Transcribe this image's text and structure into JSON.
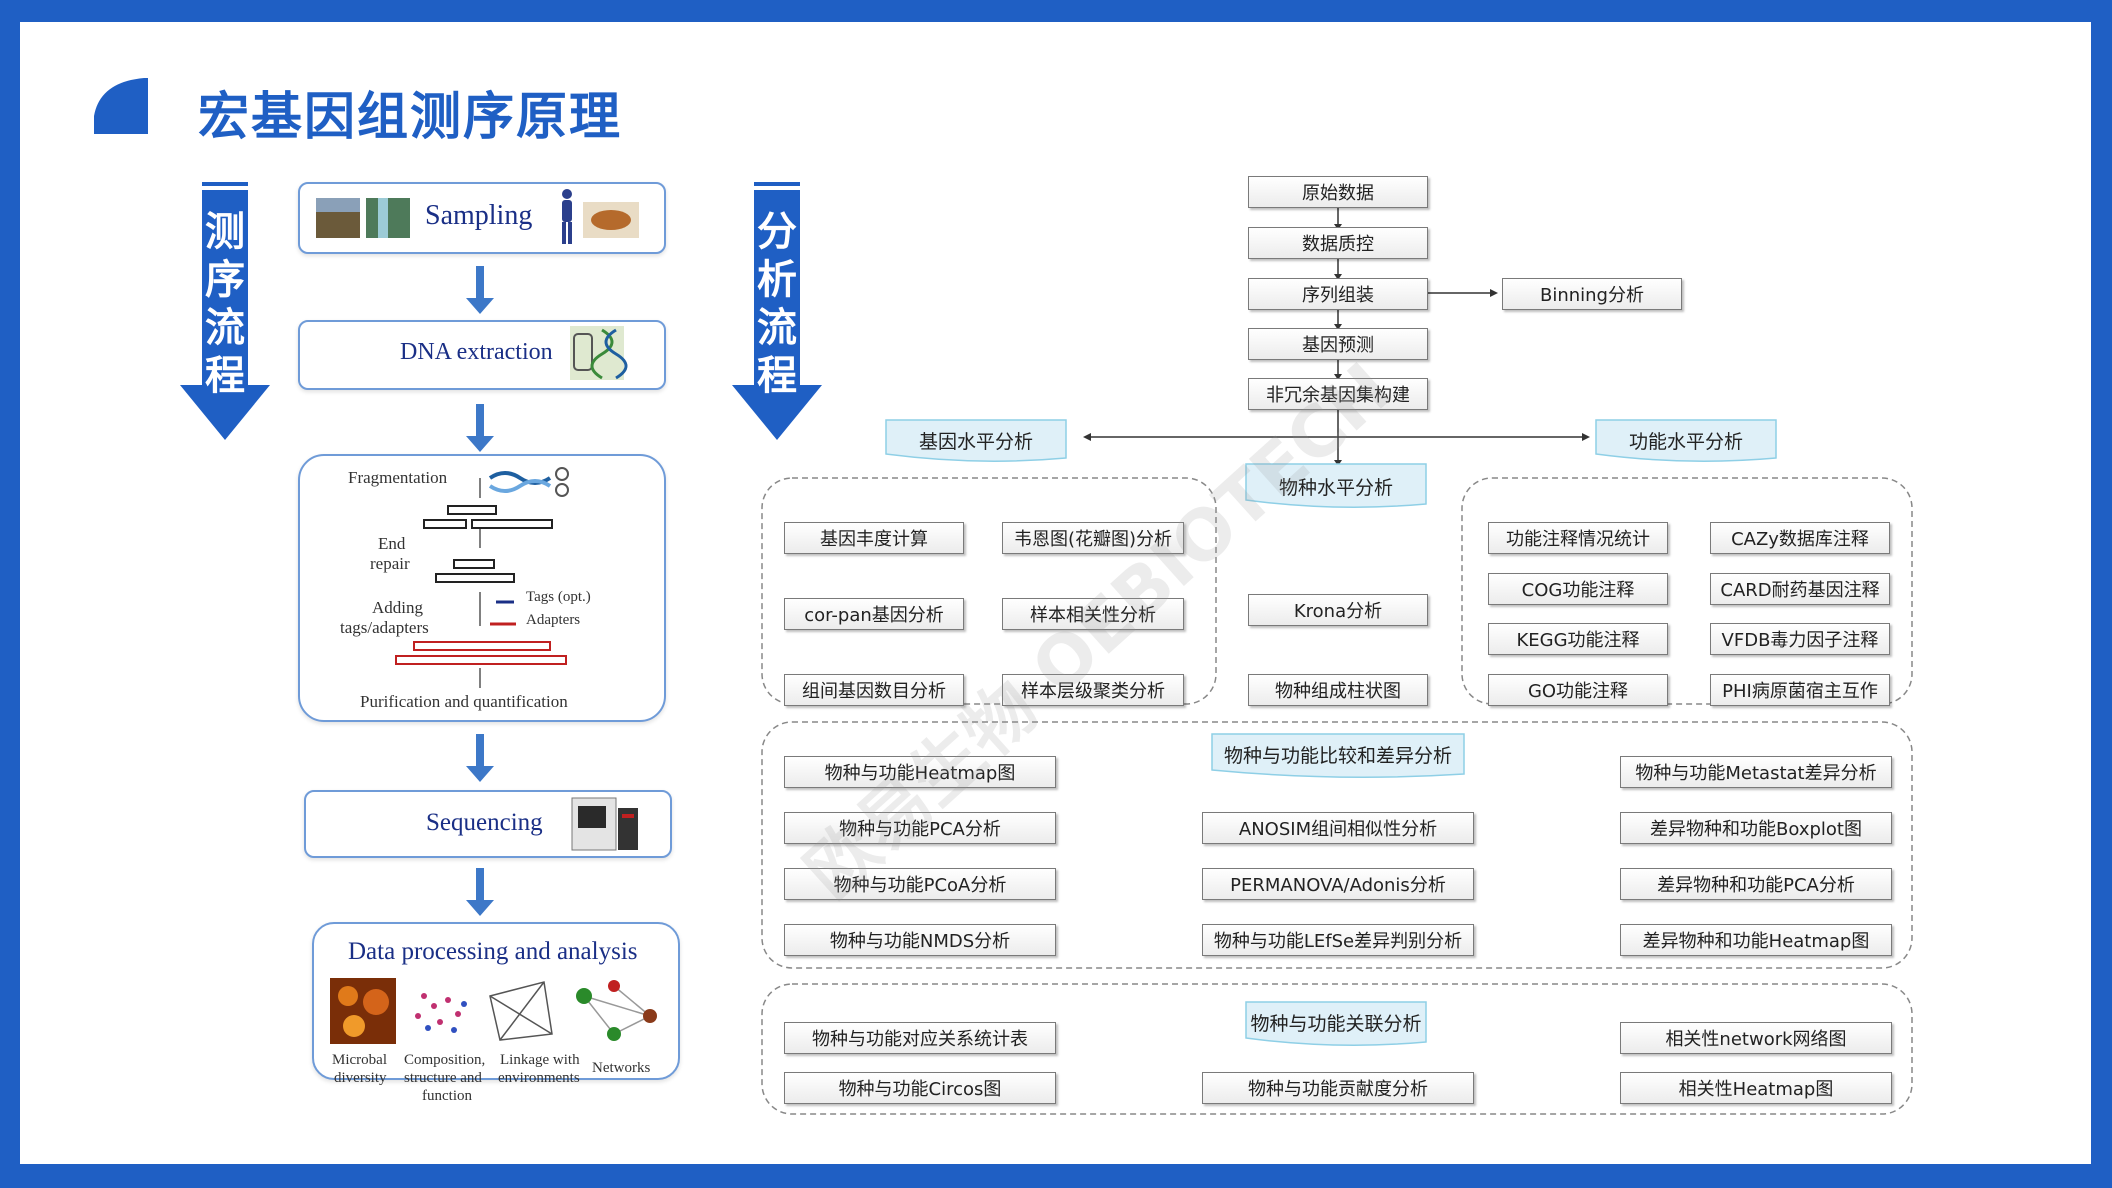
{
  "title": "宏基因组测序原理",
  "colors": {
    "brand": "#1f5fc4",
    "box_border": "#6f9bd8",
    "node_border": "#7a7a7a",
    "banner_fill": "#dff0f8",
    "banner_edge": "#8ecfe6"
  },
  "left_arrow_label": "测序流程",
  "mid_arrow_label": "分析流程",
  "sequencing_steps": {
    "sampling": "Sampling",
    "dna_extraction": "DNA extraction",
    "library": {
      "fragmentation": "Fragmentation",
      "end_repair_1": "End",
      "end_repair_2": "repair",
      "adding_1": "Adding",
      "adding_2": "tags/adapters",
      "legend_tags": "Tags (opt.)",
      "legend_adapters": "Adapters",
      "purification": "Purification and quantification"
    },
    "sequencing": "Sequencing",
    "data_processing": {
      "title": "Data processing and analysis",
      "captions": [
        [
          "Microbal",
          "diversity"
        ],
        [
          "Composition,",
          "structure and",
          "function"
        ],
        [
          "Linkage with",
          "environments"
        ],
        [
          "Networks"
        ]
      ]
    }
  },
  "flow": {
    "raw_data": "原始数据",
    "qc": "数据质控",
    "assembly": "序列组装",
    "binning": "Binning分析",
    "gene_prediction": "基因预测",
    "nonredundant": "非冗余基因集构建",
    "gene_level": "基因水平分析",
    "function_level": "功能水平分析",
    "species_level": "物种水平分析"
  },
  "gene_nodes": [
    "基因丰度计算",
    "韦恩图(花瓣图)分析",
    "cor-pan基因分析",
    "样本相关性分析",
    "组间基因数目分析",
    "样本层级聚类分析"
  ],
  "species_nodes": [
    "Krona分析",
    "物种组成柱状图"
  ],
  "function_nodes": [
    "功能注释情况统计",
    "CAZy数据库注释",
    "COG功能注释",
    "CARD耐药基因注释",
    "KEGG功能注释",
    "VFDB毒力因子注释",
    "GO功能注释",
    "PHI病原菌宿主互作"
  ],
  "compare_section": {
    "banner": "物种与功能比较和差异分析",
    "left": [
      "物种与功能Heatmap图",
      "物种与功能PCA分析",
      "物种与功能PCoA分析",
      "物种与功能NMDS分析"
    ],
    "middle": [
      "ANOSIM组间相似性分析",
      "PERMANOVA/Adonis分析",
      "物种与功能LEfSe差异判别分析"
    ],
    "right": [
      "物种与功能Metastat差异分析",
      "差异物种和功能Boxplot图",
      "差异物种和功能PCA分析",
      "差异物种和功能Heatmap图"
    ]
  },
  "assoc_section": {
    "banner": "物种与功能关联分析",
    "left": [
      "物种与功能对应关系统计表",
      "物种与功能Circos图"
    ],
    "middle": [
      "物种与功能贡献度分析"
    ],
    "right": [
      "相关性network网络图",
      "相关性Heatmap图"
    ]
  },
  "watermark": "欧易生物 OEBIOTECH"
}
